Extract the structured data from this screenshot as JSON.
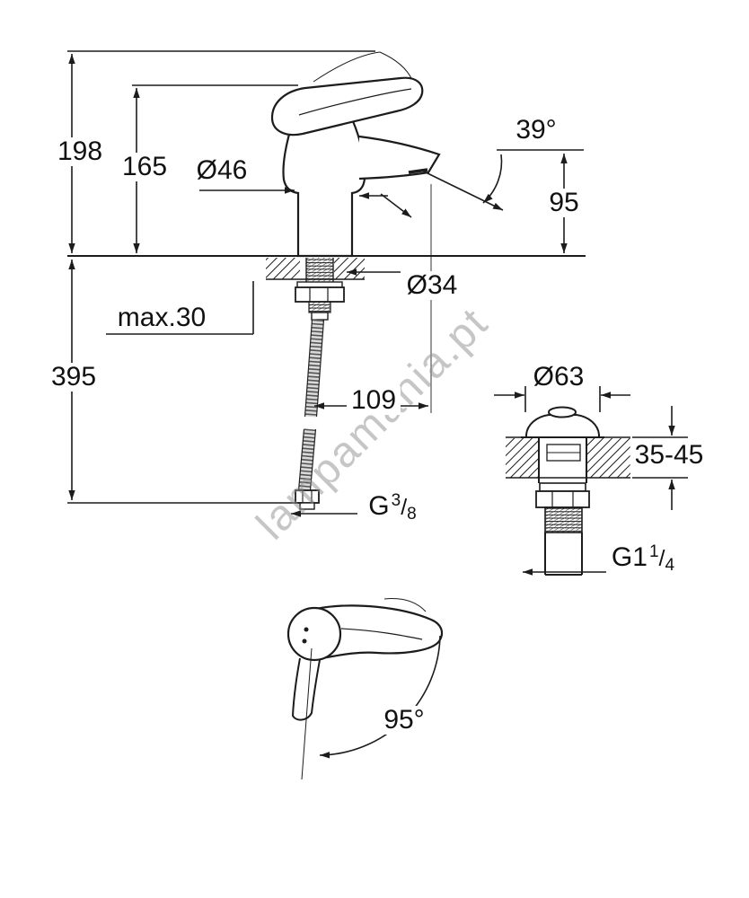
{
  "watermark": "lampamania.pt",
  "front_view": {
    "total_height": "198",
    "spout_top_height": "165",
    "body_diameter": "Ø46",
    "spout_angle": "39°",
    "outlet_height": "95",
    "shank_diameter": "Ø34",
    "max_mounting_thickness": "max.30",
    "hose_length": "395",
    "spout_reach": "109",
    "supply_thread": {
      "prefix": "G",
      "numerator": "3",
      "slash": "/",
      "denominator": "8"
    }
  },
  "drain_view": {
    "flange_diameter": "Ø63",
    "deck_thickness_range": "35-45",
    "thread": {
      "prefix": "G1",
      "numerator": "1",
      "slash": "/",
      "denominator": "4"
    }
  },
  "side_view": {
    "handle_swivel_angle": "95°"
  }
}
